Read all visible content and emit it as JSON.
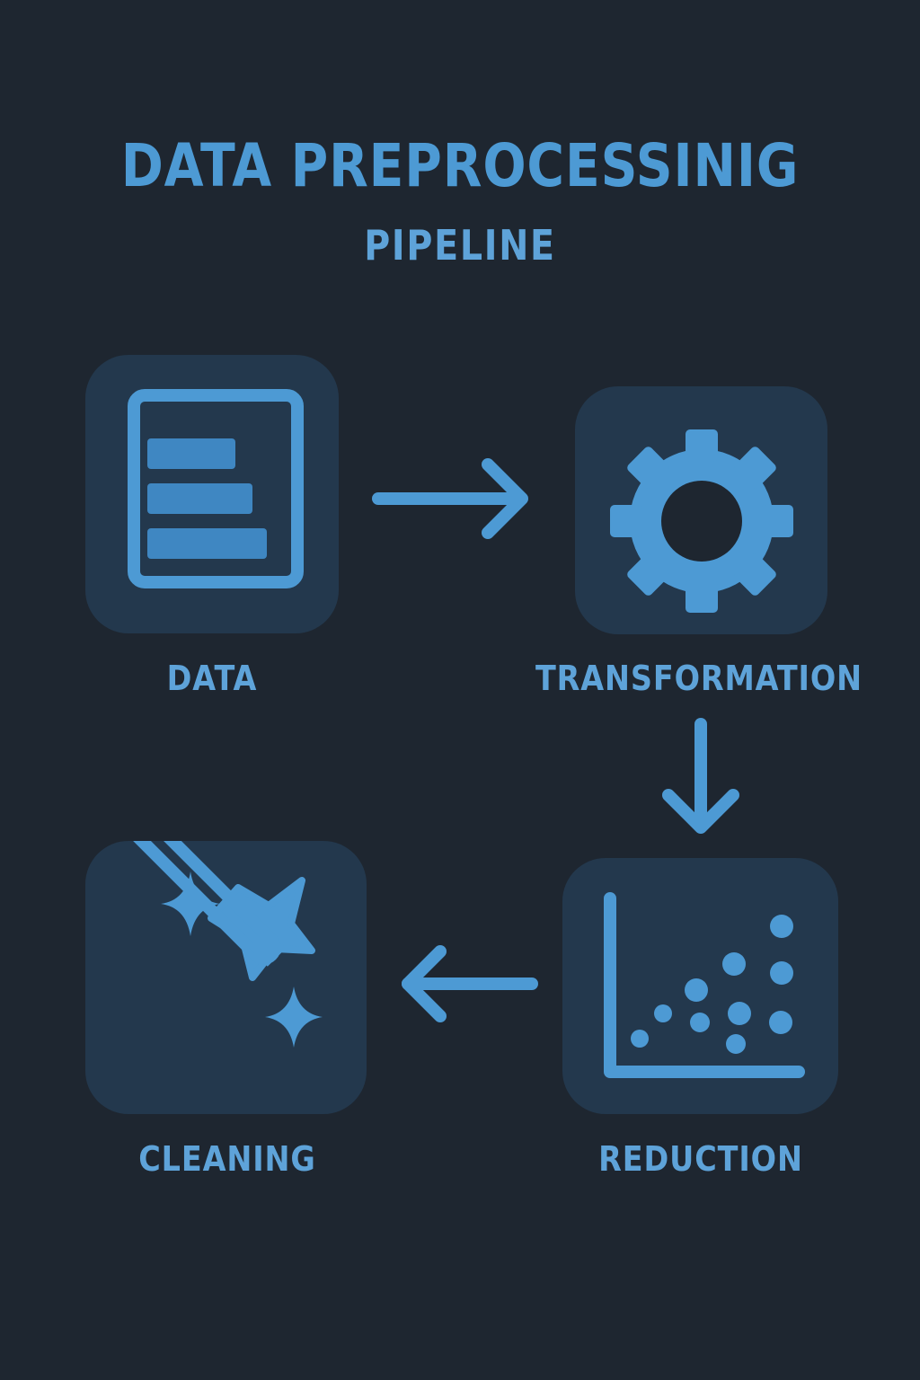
{
  "header": {
    "title": "DATA PREPROCESSINIG",
    "subtitle": "PIPELINE"
  },
  "colors": {
    "background": "#1e2630",
    "tile": "#23384d",
    "accent": "#4d9ad4",
    "text": "#5ea3d9"
  },
  "steps": [
    {
      "id": "data",
      "label": "DATA",
      "icon": "document-icon"
    },
    {
      "id": "transformation",
      "label": "TRANSFORMATION",
      "icon": "gear-icon"
    },
    {
      "id": "reduction",
      "label": "REDUCTION",
      "icon": "scatter-plot-icon"
    },
    {
      "id": "cleaning",
      "label": "CLEANING",
      "icon": "magic-wand-icon"
    }
  ],
  "arrows": [
    {
      "from": "data",
      "to": "transformation",
      "direction": "right"
    },
    {
      "from": "transformation",
      "to": "reduction",
      "direction": "down"
    },
    {
      "from": "reduction",
      "to": "cleaning",
      "direction": "left"
    }
  ]
}
